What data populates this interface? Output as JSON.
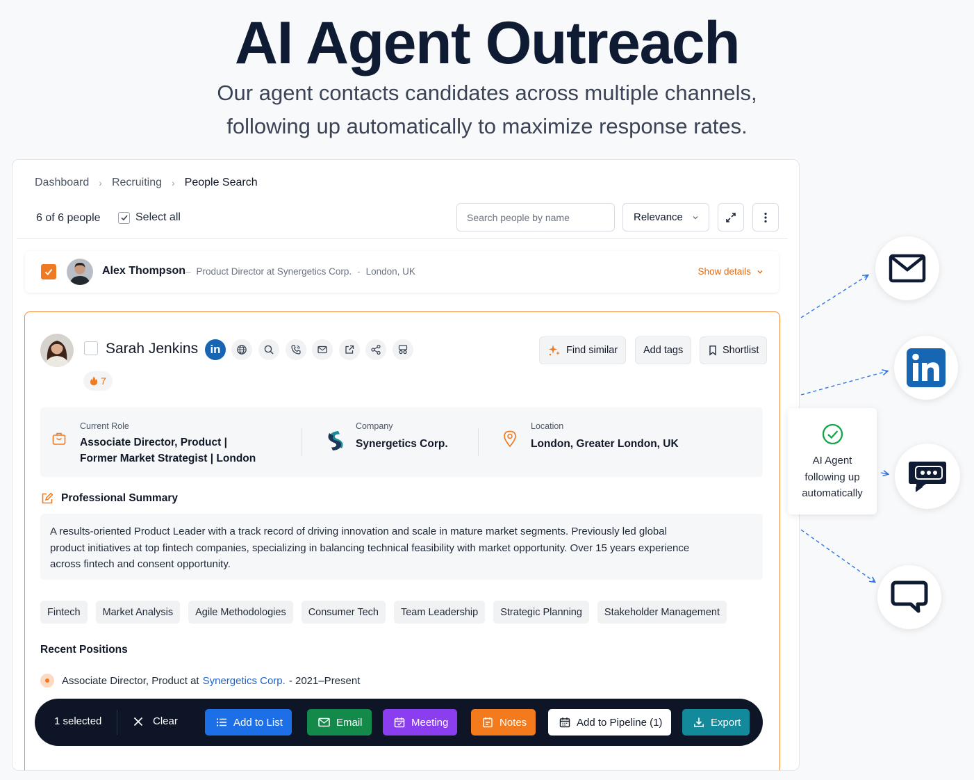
{
  "hero": {
    "title": "AI Agent Outreach",
    "subtitle_line1": "Our agent contacts candidates across multiple channels,",
    "subtitle_line2": "following up automatically to maximize response rates."
  },
  "breadcrumb": [
    "Dashboard",
    "Recruiting",
    "People Search"
  ],
  "list_header": {
    "count": "6 of 6 people",
    "select_all": "Select all",
    "search_placeholder": "Search people by name",
    "sort_value": "Relevance"
  },
  "collapsed_person": {
    "name": "Alex Thompson",
    "title": "Product Director at Synergetics Corp.",
    "location": "London, UK",
    "show_details": "Show details"
  },
  "expanded_person": {
    "name": "Sarah Jenkins",
    "linkedin_label": "in",
    "score": "7",
    "actions": {
      "find_similar": "Find similar",
      "add_tags": "Add tags",
      "shortlist": "Shortlist"
    },
    "current_role_label": "Current Role",
    "current_role_line1": "Associate Director, Product |",
    "current_role_line2": "Former Market Strategist | London",
    "company_label": "Company",
    "company_value": "Synergetics Corp.",
    "location_label": "Location",
    "location_value": "London, Greater London, UK",
    "summary_title": "Professional Summary",
    "summary_line1": "A results-oriented Product Leader with a track record of driving innovation and scale in mature market segments. Previously led global",
    "summary_line2": "product initiatives at top fintech companies, specializing in balancing technical feasibility with market opportunity. Over 15 years experience",
    "summary_line3": "across fintech and consent opportunity.",
    "tags": [
      "Fintech",
      "Market Analysis",
      "Agile Methodologies",
      "Consumer Tech",
      "Team Leadership",
      "Strategic Planning",
      "Stakeholder Management"
    ],
    "positions_title": "Recent Positions",
    "position": {
      "role": "Associate Director, Product at",
      "company": "Synergetics Corp.",
      "dates": "- 2021–Present"
    }
  },
  "toolbar": {
    "selected": "1 selected",
    "clear": "Clear",
    "add_to_list": "Add to List",
    "email": "Email",
    "meeting": "Meeting",
    "notes": "Notes",
    "pipeline": "Add to Pipeline (1)",
    "export": "Export"
  },
  "agent": {
    "line1": "AI Agent",
    "line2": "following up",
    "line3": "automatically"
  },
  "colors": {
    "accent_orange": "#f07a24",
    "linkedin_blue": "#1766b4",
    "toolbar_bg": "#0d1526",
    "add_to_list": "#1d6fe8",
    "email": "#13894a",
    "meeting": "#8b3df0",
    "notes": "#f47b1d",
    "export": "#138a9c",
    "check_green": "#16a34a",
    "connector": "#2f74e0"
  },
  "icons": [
    "envelope-icon",
    "linkedin-icon",
    "chat-dots-icon",
    "chat-bubble-icon",
    "check-circle-icon"
  ]
}
